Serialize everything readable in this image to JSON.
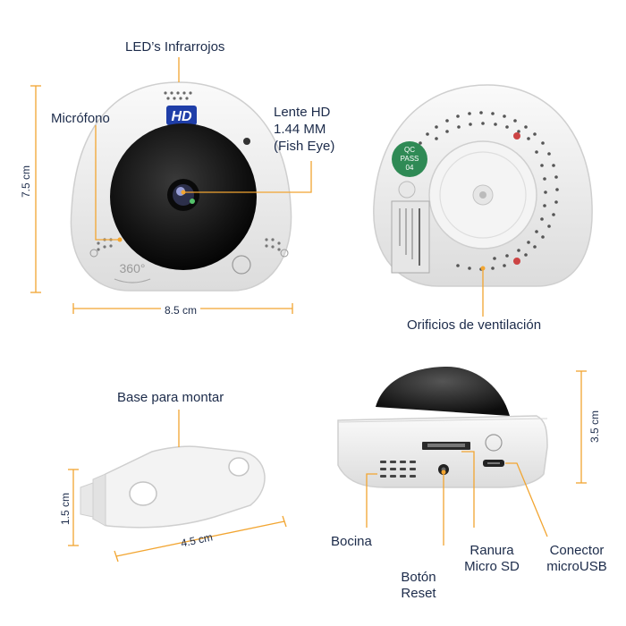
{
  "colors": {
    "callout": "#f2a531",
    "text": "#1c2b4a",
    "body": "#f2f2f2",
    "lens": "#1a1a1a"
  },
  "labels": {
    "leds": "LED’s Infrarrojos",
    "microfono": "Micrófono",
    "lente_line1": "Lente HD",
    "lente_line2": "1.44 MM",
    "lente_line3": "(Fish Eye)",
    "ventilacion": "Orificios de ventilación",
    "base": "Base para montar",
    "bocina": "Bocina",
    "boton_line1": "Botón",
    "boton_line2": "Reset",
    "ranura_line1": "Ranura",
    "ranura_line2": "Micro SD",
    "conector_line1": "Conector",
    "conector_line2": "microUSB"
  },
  "dimensions": {
    "height_front": "7.5 cm",
    "width_front": "8.5 cm",
    "base_height": "1.5 cm",
    "base_width": "4.5 cm",
    "side_height": "3.5 cm"
  },
  "device_marks": {
    "hd_logo": "HD",
    "view_360": "360°",
    "qc_sticker": [
      "QC",
      "PASS",
      "04"
    ]
  }
}
